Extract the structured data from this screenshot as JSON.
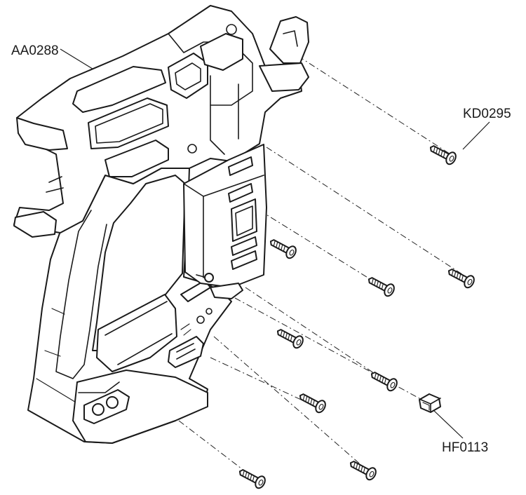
{
  "diagram": {
    "parts": [
      {
        "id": "housing",
        "label": "AA0288"
      },
      {
        "id": "screw",
        "label": "KD0295"
      },
      {
        "id": "clip",
        "label": "HF0113"
      }
    ]
  }
}
